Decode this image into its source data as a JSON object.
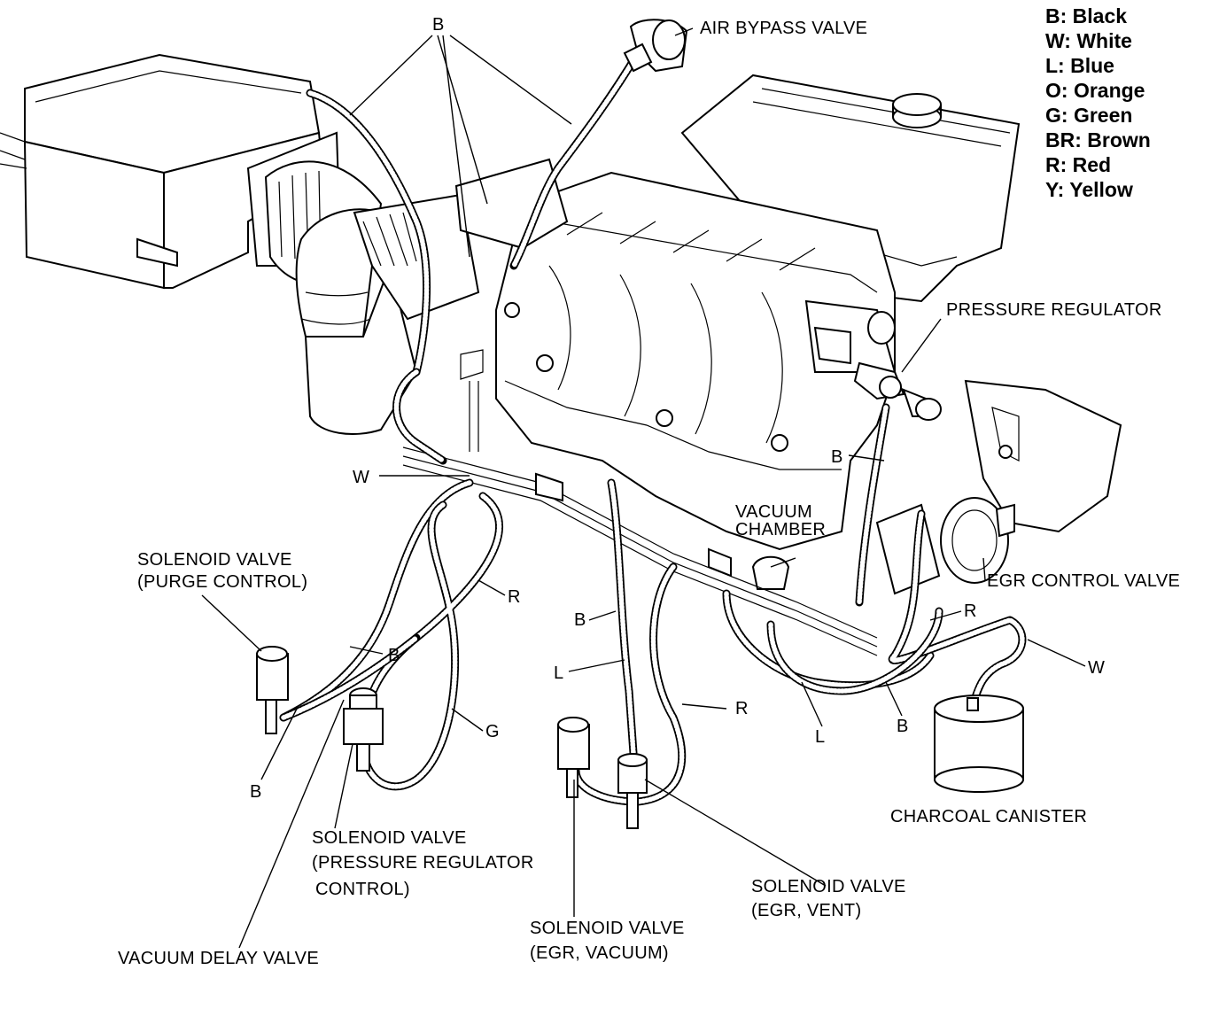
{
  "legend": [
    {
      "code": "B",
      "color": "Black"
    },
    {
      "code": "W",
      "color": "White"
    },
    {
      "code": "L",
      "color": "Blue"
    },
    {
      "code": "O",
      "color": "Orange"
    },
    {
      "code": "G",
      "color": "Green"
    },
    {
      "code": "BR",
      "color": "Brown"
    },
    {
      "code": "R",
      "color": "Red"
    },
    {
      "code": "Y",
      "color": "Yellow"
    }
  ],
  "components": {
    "air_bypass_valve": "AIR BYPASS VALVE",
    "pressure_regulator": "PRESSURE REGULATOR",
    "vacuum_chamber_line1": "VACUUM",
    "vacuum_chamber_line2": "CHAMBER",
    "egr_control_valve": "EGR CONTROL VALVE",
    "solenoid_purge_line1": "SOLENOID VALVE",
    "solenoid_purge_line2": "(PURGE CONTROL)",
    "charcoal_canister": "CHARCOAL CANISTER",
    "solenoid_pressure_line1": "SOLENOID VALVE",
    "solenoid_pressure_line2": "(PRESSURE REGULATOR",
    "solenoid_pressure_line3": "CONTROL)",
    "solenoid_egr_vent_line1": "SOLENOID VALVE",
    "solenoid_egr_vent_line2": "(EGR, VENT)",
    "solenoid_egr_vacuum_line1": "SOLENOID VALVE",
    "solenoid_egr_vacuum_line2": "(EGR, VACUUM)",
    "vacuum_delay_valve": "VACUUM DELAY VALVE"
  },
  "hose_codes": {
    "top_b": "B",
    "w_left": "W",
    "b_pressure": "B",
    "r_left": "R",
    "b_left_mid": "B",
    "b_mid": "B",
    "l_mid": "L",
    "r_mid": "R",
    "g_left": "G",
    "b_bottom_left": "B",
    "r_right": "R",
    "w_right": "W",
    "l_right": "L",
    "b_right": "B"
  }
}
